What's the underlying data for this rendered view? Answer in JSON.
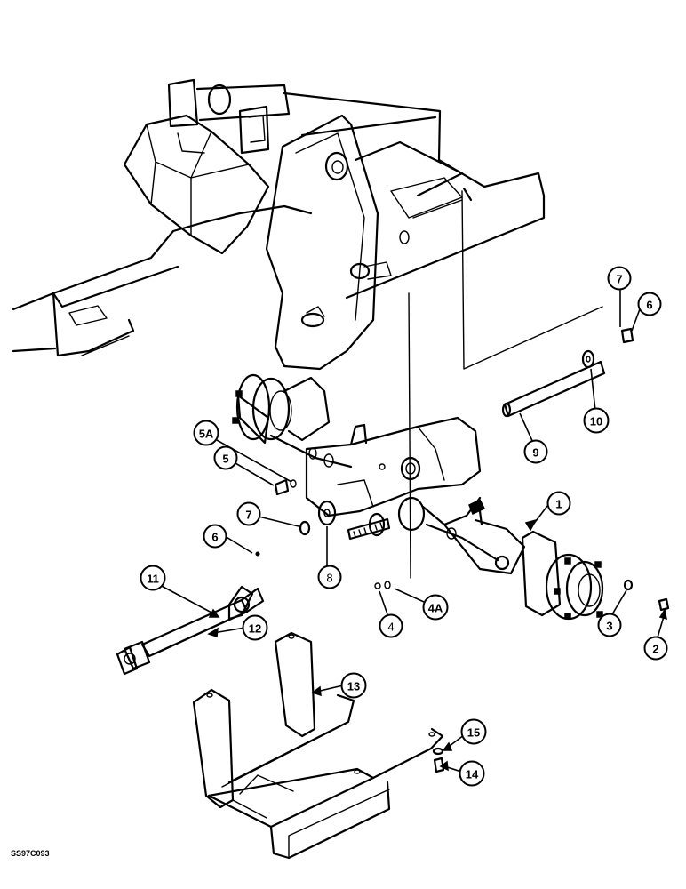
{
  "drawing_code": "SS97C093",
  "callouts": [
    {
      "id": "c1",
      "label": "1"
    },
    {
      "id": "c2",
      "label": "2"
    },
    {
      "id": "c3",
      "label": "3"
    },
    {
      "id": "c4",
      "label": "4"
    },
    {
      "id": "c4a",
      "label": "4A"
    },
    {
      "id": "c5",
      "label": "5"
    },
    {
      "id": "c5a",
      "label": "5A"
    },
    {
      "id": "c6a",
      "label": "6"
    },
    {
      "id": "c6b",
      "label": "6"
    },
    {
      "id": "c7a",
      "label": "7"
    },
    {
      "id": "c7b",
      "label": "7"
    },
    {
      "id": "c8",
      "label": "8"
    },
    {
      "id": "c9",
      "label": "9"
    },
    {
      "id": "c10",
      "label": "10"
    },
    {
      "id": "c11",
      "label": "11"
    },
    {
      "id": "c12",
      "label": "12"
    },
    {
      "id": "c13",
      "label": "13"
    },
    {
      "id": "c14",
      "label": "14"
    },
    {
      "id": "c15",
      "label": "15"
    }
  ]
}
